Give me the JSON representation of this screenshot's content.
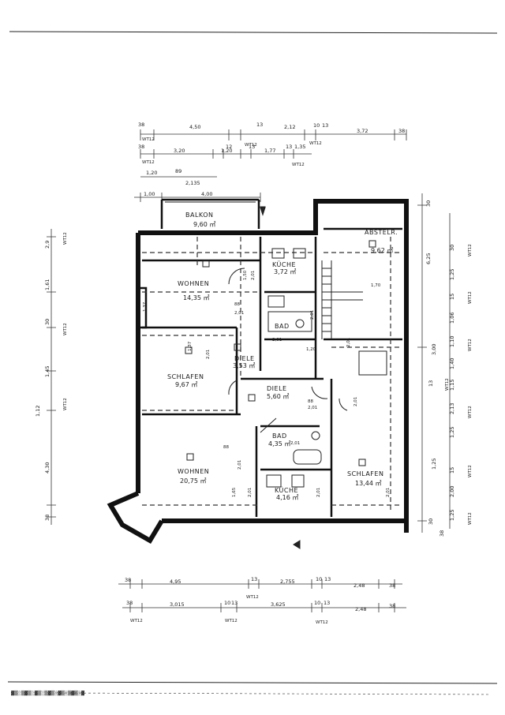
{
  "rooms": {
    "balkon": {
      "name": "BALKON",
      "area": "9,60 ㎡"
    },
    "abstellr": {
      "name": "ABSTELR.",
      "area": "9,62 ㎡"
    },
    "wohnen_top": {
      "name": "WOHNEN",
      "area": "14,35 ㎡"
    },
    "kueche_top": {
      "name": "KÜCHE",
      "area": "3,72 ㎡"
    },
    "bad_top": {
      "name": "BAD",
      "area": ""
    },
    "diele_top": {
      "name": "DIELE",
      "area": "3,53 ㎡"
    },
    "schlafen_top": {
      "name": "SCHLAFEN",
      "area": "9,67 ㎡"
    },
    "diele_mid": {
      "name": "DIELE",
      "area": "5,60 ㎡"
    },
    "bad_bottom": {
      "name": "BAD",
      "area": "4,35 ㎡"
    },
    "wohnen_bottom": {
      "name": "WOHNEN",
      "area": "20,75 ㎡"
    },
    "kueche_bottom": {
      "name": "KÜCHE",
      "area": "4,16 ㎡"
    },
    "schlafen_bottom": {
      "name": "SCHLAFEN",
      "area": "13,44 ㎡"
    }
  },
  "dims_top": {
    "row1": [
      "38",
      "4,50",
      "13",
      "2,12",
      "10",
      "13",
      "3,72",
      "38"
    ],
    "row1_wt": [
      "WT12",
      "WT12",
      "WT12"
    ],
    "row2": [
      "38",
      "3,20",
      "12",
      "1,20",
      "13",
      "1,77",
      "13",
      "1,35"
    ],
    "row2_wt": [
      "WT12",
      "WT12"
    ],
    "row3": [
      "1,20",
      "89",
      "2,135"
    ],
    "row4": [
      "1,00",
      "4,00"
    ]
  },
  "dims_bottom": {
    "row1": [
      "38",
      "4,95",
      "13",
      "2,755",
      "10",
      "13",
      "2,48",
      "38"
    ],
    "row1_wt": [
      "WT12"
    ],
    "row2": [
      "38",
      "3,015",
      "10",
      "13",
      "3,625",
      "10",
      "13",
      "2,48",
      "38"
    ],
    "row2_wt": [
      "WT12",
      "WT12",
      "WT12"
    ]
  },
  "dims_left": [
    "2,9",
    "WT12",
    "1,61",
    "30",
    "WT12",
    "1,45",
    "1,12",
    "WT12",
    "4,30",
    "38"
  ],
  "dims_right": [
    "30",
    "6,25",
    "30",
    "WT12",
    "1,25",
    "15",
    "WT12",
    "1,06",
    "3,00",
    "1,10",
    "WT12",
    "1,40",
    "13",
    "WT12",
    "1,15",
    "2,13",
    "WT12",
    "1,25",
    "1,25",
    "15",
    "WT12",
    "2,00",
    "30",
    "1,25",
    "WT12",
    "38"
  ],
  "inner_labels": [
    "1,50",
    "2,01",
    "88",
    "2,01",
    "2,01",
    "2,01",
    "2,01",
    "1,20",
    "2,01",
    "1,70",
    "1,37",
    "88",
    "2,01",
    "2,01",
    "2,01",
    "1,65",
    "2,01",
    "2,01",
    "88",
    "2,01",
    "2,01",
    "1,37"
  ]
}
